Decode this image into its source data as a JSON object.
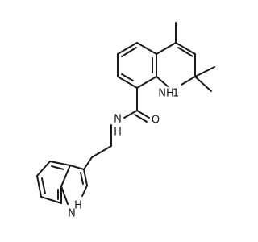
{
  "molecule": {
    "labels": {
      "quinoline_nh": "NH",
      "quinoline_h": "1",
      "amide_n": "N",
      "amide_h": "H",
      "amide_o": "O",
      "indole_n": "N",
      "indole_h": "H"
    },
    "colors": {
      "bond": "#1a1a1a",
      "background": "#ffffff"
    }
  }
}
